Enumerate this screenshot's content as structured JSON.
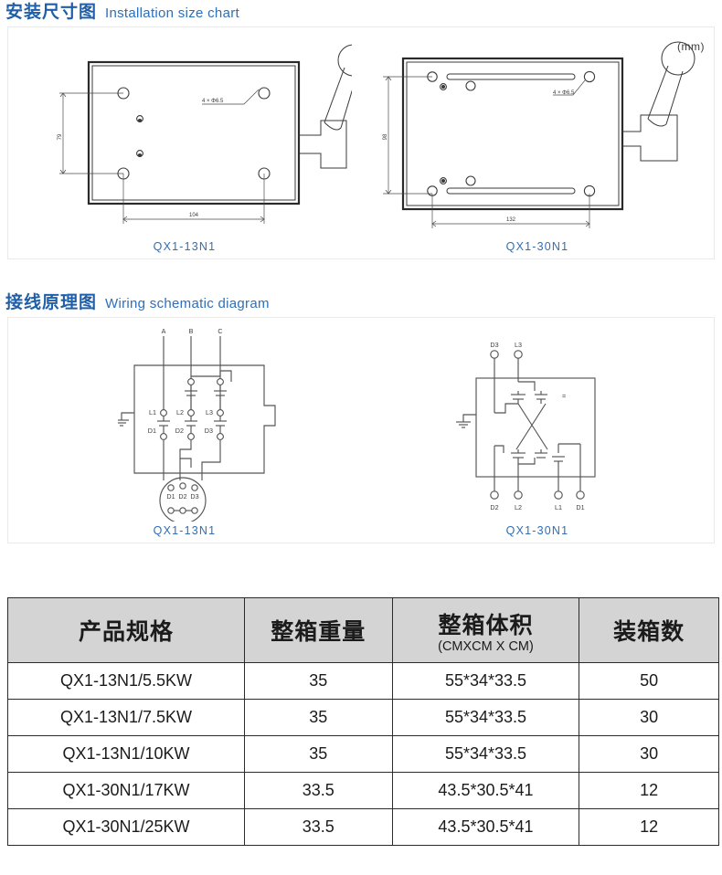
{
  "sections": [
    {
      "heading_cn": "安装尺寸图",
      "heading_en": "Installation size chart",
      "unit": "(mm)",
      "figures": [
        {
          "caption": "QX1-13N1",
          "dim_height": "79",
          "dim_width": "104",
          "hole_note": "4 × Φ6.5"
        },
        {
          "caption": "QX1-30N1",
          "dim_height": "98",
          "dim_width": "132",
          "hole_note": "4 × Φ6.5"
        }
      ]
    },
    {
      "heading_cn": "接线原理图",
      "heading_en": "Wiring schematic diagram",
      "figures": [
        {
          "caption": "QX1-13N1",
          "top_terminals": [
            "A",
            "B",
            "C"
          ],
          "contact_labels_upper": [
            "L1",
            "L2",
            "L3"
          ],
          "contact_labels_lower": [
            "D1",
            "D2",
            "D3"
          ],
          "connector_pins": [
            "D1",
            "D2",
            "D3"
          ]
        },
        {
          "caption": "QX1-30N1",
          "top_terminals": [
            "D3",
            "L3"
          ],
          "bottom_terminals": [
            "D2",
            "L2",
            "L1",
            "D1"
          ],
          "mark": "="
        }
      ]
    }
  ],
  "table": {
    "headers": [
      {
        "cn": "产品规格",
        "sub": ""
      },
      {
        "cn": "整箱重量",
        "sub": ""
      },
      {
        "cn": "整箱体积",
        "sub": "(CMXCM X CM)"
      },
      {
        "cn": "装箱数",
        "sub": ""
      }
    ],
    "rows": [
      {
        "model": "QX1-13N1/5.5KW",
        "weight": "35",
        "volume": "55*34*33.5",
        "qty": "50"
      },
      {
        "model": "QX1-13N1/7.5KW",
        "weight": "35",
        "volume": "55*34*33.5",
        "qty": "30"
      },
      {
        "model": "QX1-13N1/10KW",
        "weight": "35",
        "volume": "55*34*33.5",
        "qty": "30"
      },
      {
        "model": "QX1-30N1/17KW",
        "weight": "33.5",
        "volume": "43.5*30.5*41",
        "qty": "12"
      },
      {
        "model": "QX1-30N1/25KW",
        "weight": "33.5",
        "volume": "43.5*30.5*41",
        "qty": "12"
      }
    ]
  },
  "colors": {
    "heading_blue": "#1f5fa9",
    "caption_blue": "#2e6fb7",
    "table_header_bg": "#d4d4d4",
    "line": "#3a3a3a"
  }
}
